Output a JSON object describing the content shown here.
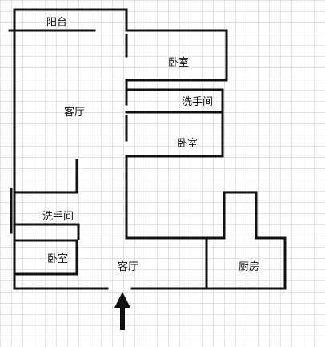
{
  "floor_plan": {
    "rooms": {
      "balcony": "阳台",
      "bedroom_top_right": "卧室",
      "bathroom_right": "洗手间",
      "living_room_upper": "客厅",
      "bedroom_middle_right": "卧室",
      "bathroom_left": "洗手间",
      "bedroom_bottom_left": "卧室",
      "living_room_lower": "客厅",
      "kitchen": "厨房"
    },
    "entrance": "arrow-up-icon"
  },
  "colors": {
    "grid_line": "#c8c8c8",
    "wall": "#111111",
    "background": "#ffffff"
  }
}
